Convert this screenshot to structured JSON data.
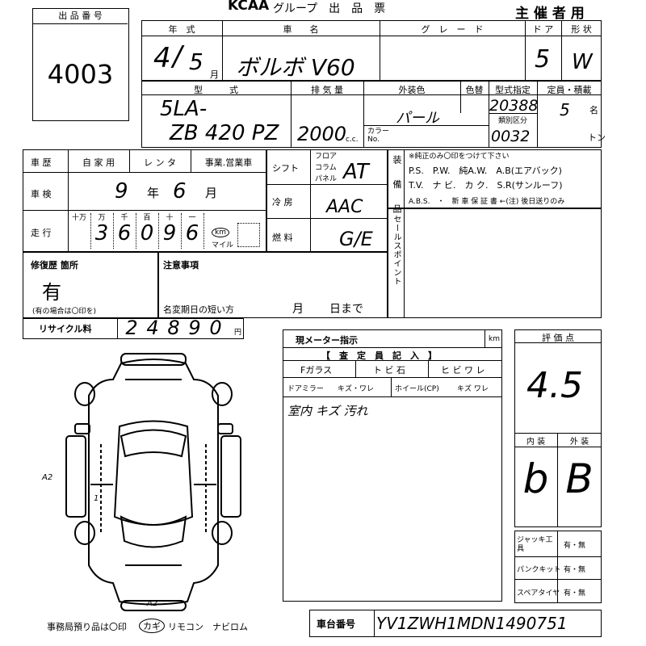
{
  "header": {
    "brand": "KCAA",
    "group_title": "グループ　出　品　票",
    "organizer": "主 催 者 用"
  },
  "lot": {
    "label": "出 品 番 号",
    "number": "4003"
  },
  "row1": {
    "year_label": "年　式",
    "car_label": "車　　名",
    "grade_label": "グ　レ　ー　ド",
    "door_label": "ド ア",
    "shape_label": "形 状",
    "year_value": "4",
    "month_value": "5",
    "month_unit": "月",
    "car_name": "ボルボ V60",
    "doors": "5",
    "shape": "W"
  },
  "row2": {
    "model_label": "型　　　式",
    "displacement_label": "排 気 量",
    "color_label": "外装色",
    "color_change_label": "色替",
    "model_designation_label": "型式指定",
    "capacity_label": "定員・積載",
    "model_line1": "5LA-",
    "model_line2": "ZB 420 PZ",
    "displacement": "2000",
    "cc_unit": "c.c.",
    "color_value": "パール",
    "color_no_label": "カラー No.",
    "model_designation": "20388",
    "category_label": "類別区分",
    "category": "0032",
    "capacity": "5",
    "capacity_unit": "名",
    "ton_unit": "トン"
  },
  "history": {
    "label": "車 歴",
    "opt1": "自 家 用",
    "opt2": "レ ン タ",
    "opt3": "事業.営業車",
    "inspection_label": "車 検",
    "inspection_year": "9",
    "year_unit": "年",
    "inspection_month": "6",
    "month_unit": "月",
    "mileage_label": "走 行",
    "digit_labels": [
      "十万",
      "万",
      "千",
      "百",
      "十",
      "一"
    ],
    "mileage_digits": [
      "3",
      "6",
      "0",
      "9",
      "6"
    ],
    "km_label": "km",
    "mile_label": "マイル"
  },
  "mech": {
    "shift_label": "シフト",
    "shift_opts": [
      "フロア",
      "コラム",
      "パネル"
    ],
    "shift_value": "AT",
    "ac_label": "冷 房",
    "ac_value": "AAC",
    "fuel_label": "燃 料",
    "fuel_value": "G/E"
  },
  "equipment": {
    "label": "装 備 品",
    "note": "※純正のみ〇印をつけて下さい",
    "line1": "P.S.　P.W.　純A.W.　A.B(エアバック)",
    "line2": "T.V.　ナ ビ.　カ ク.　S.R(サンルーフ)",
    "line3": "A.B.S.　・　新 車 保 証 書 ←(注) 後日送りのみ"
  },
  "sales_point": {
    "label": "セールスポイント"
  },
  "repair": {
    "label": "修復歴 箇所",
    "value": "有",
    "note": "(有の場合は〇印を)"
  },
  "caution": {
    "label": "注意事項",
    "short_expiry_label": "名変期日の短い方",
    "month_unit": "月",
    "day_unit": "日まで"
  },
  "recycle": {
    "label": "リサイクル料",
    "digits": [
      "2",
      "4",
      "8",
      "9",
      "0"
    ],
    "yen": "円"
  },
  "meter": {
    "label": "現メーター指示",
    "unit": "km"
  },
  "inspector": {
    "header": "【　査　定　員　記　入　】",
    "f_glass": "Fガラス",
    "chip": "ト ビ 石",
    "crack": "ヒ ビ ワ レ",
    "door_mirror": "ドアミラー",
    "dm_opts": "キズ・ワレ",
    "wheel": "ホイール(CP)",
    "wheel_opts": "キズ ワレ",
    "remark": "室内 キズ 汚れ"
  },
  "score": {
    "label": "評 価 点",
    "value": "4.5",
    "interior_label": "内 装",
    "exterior_label": "外 装",
    "interior": "b",
    "exterior": "B"
  },
  "tools": {
    "rows": [
      {
        "label": "ジャッキ工具",
        "value": "有・無"
      },
      {
        "label": "パンクキット",
        "value": "有・無"
      },
      {
        "label": "スペアタイヤ",
        "value": "有・無"
      }
    ]
  },
  "chassis": {
    "label": "車台番号",
    "value": "YV1ZWH1MDN1490751"
  },
  "diagram": {
    "mark1": "A2",
    "mark2": "A2",
    "mark3": "1"
  },
  "footer": {
    "note": "事務局預り品は〇印",
    "key": "カギ",
    "remote": "リモコン　ナビロム"
  }
}
